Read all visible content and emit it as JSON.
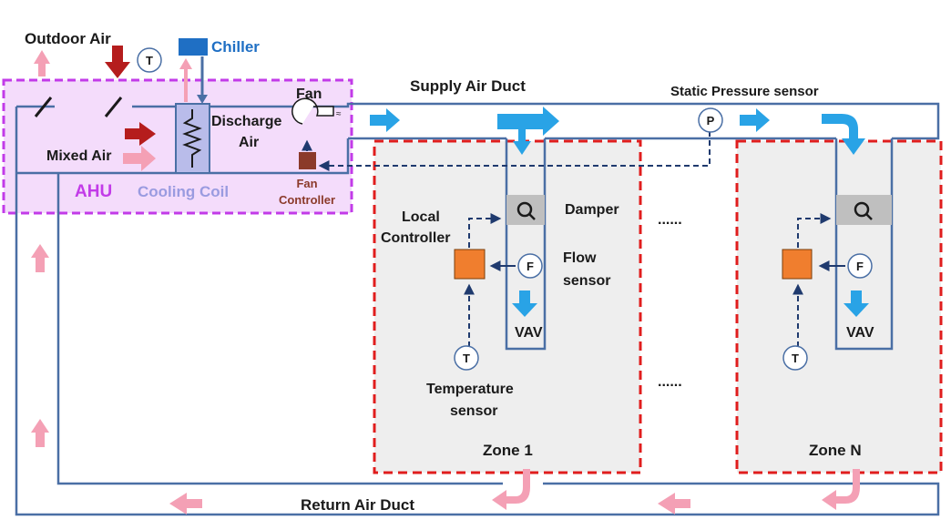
{
  "labels": {
    "outdoor_air": "Outdoor Air",
    "chiller": "Chiller",
    "supply_air_duct": "Supply Air Duct",
    "static_pressure_sensor": "Static Pressure sensor",
    "fan": "Fan",
    "discharge": "Discharge",
    "air": "Air",
    "mixed_air": "Mixed Air",
    "ahu": "AHU",
    "cooling_coil": "Cooling Coil",
    "fan_controller_1": "Fan",
    "fan_controller_2": "Controller",
    "damper": "Damper",
    "local_1": "Local",
    "local_2": "Controller",
    "flow_1": "Flow",
    "flow_2": "sensor",
    "vav_1": "VAV",
    "vav_n": "VAV",
    "temp_1": "Temperature",
    "temp_2": "sensor",
    "zone_1": "Zone 1",
    "zone_n": "Zone N",
    "return_air_duct": "Return Air Duct",
    "ellipsis_top": "......",
    "ellipsis_bottom": "......"
  },
  "sensors": {
    "outdoor_t": "T",
    "pressure": "P",
    "flow_1": "F",
    "temp_1": "T",
    "flow_n": "F",
    "temp_n": "T"
  },
  "colors": {
    "duct": "#4a6fa5",
    "supply_arrow": "#29a3e6",
    "return_arrow": "#f4a0b5",
    "outdoor_arrow": "#b51d1d",
    "chiller": "#1f6fc4",
    "ahu_border": "#c23be8",
    "ahu_fill": "#f4dcfb",
    "zone_border": "#e01d1d",
    "zone_fill": "#eeeeee",
    "controller": "#f07e2e",
    "fan_controller": "#8b3a2a",
    "damper": "#bfbfbf",
    "coil_fill": "#b9bcea",
    "dashed": "#1f3a6e"
  }
}
